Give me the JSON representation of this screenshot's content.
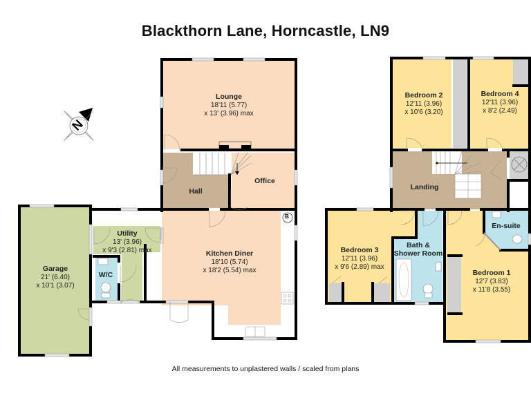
{
  "title": "Blackthorn Lane, Horncastle, LN9",
  "footer": "All measurements to unplastered walls / scaled from plans",
  "compass": {
    "icon": "north-compass-icon",
    "label": "N"
  },
  "colors": {
    "living": "#fcdcc0",
    "hall": "#c7b295",
    "garage": "#cdd8a4",
    "bedroom": "#fde49a",
    "bathroom": "#bde3ec",
    "storage": "#d0d0d0",
    "wall": "#000000"
  },
  "ground_floor": {
    "rooms": [
      {
        "name": "Lounge",
        "dim1": "18'11 (5.77)",
        "dim2": "x 13' (3.96) max"
      },
      {
        "name": "Hall",
        "dim1": "",
        "dim2": ""
      },
      {
        "name": "Office",
        "dim1": "",
        "dim2": ""
      },
      {
        "name": "Kitchen Diner",
        "dim1": "18'10 (5.74)",
        "dim2": "x 18'2 (5.54) max"
      },
      {
        "name": "Utility",
        "dim1": "13' (3.96)",
        "dim2": "x 9'3 (2.81) max"
      },
      {
        "name": "W/C",
        "dim1": "",
        "dim2": ""
      },
      {
        "name": "Garage",
        "dim1": "21' (6.40)",
        "dim2": "x 10'1 (3.07)"
      }
    ],
    "boiler_label": "B"
  },
  "first_floor": {
    "rooms": [
      {
        "name": "Bedroom 2",
        "dim1": "12'11 (3.96)",
        "dim2": "x 10'6 (3.20)"
      },
      {
        "name": "Bedroom 4",
        "dim1": "12'11 (3.96)",
        "dim2": "x 8'2 (2.49)"
      },
      {
        "name": "Landing",
        "dim1": "",
        "dim2": ""
      },
      {
        "name": "Bedroom 3",
        "dim1": "12'11 (3.96)",
        "dim2": "x 9'6 (2.89) max"
      },
      {
        "name": "Bath & Shower Room",
        "line1": "Bath &",
        "line2": "Shower Room"
      },
      {
        "name": "En-suite",
        "dim1": "",
        "dim2": ""
      },
      {
        "name": "Bedroom 1",
        "dim1": "12'7 (3.83)",
        "dim2": "x 11'8 (3.55)"
      }
    ]
  }
}
